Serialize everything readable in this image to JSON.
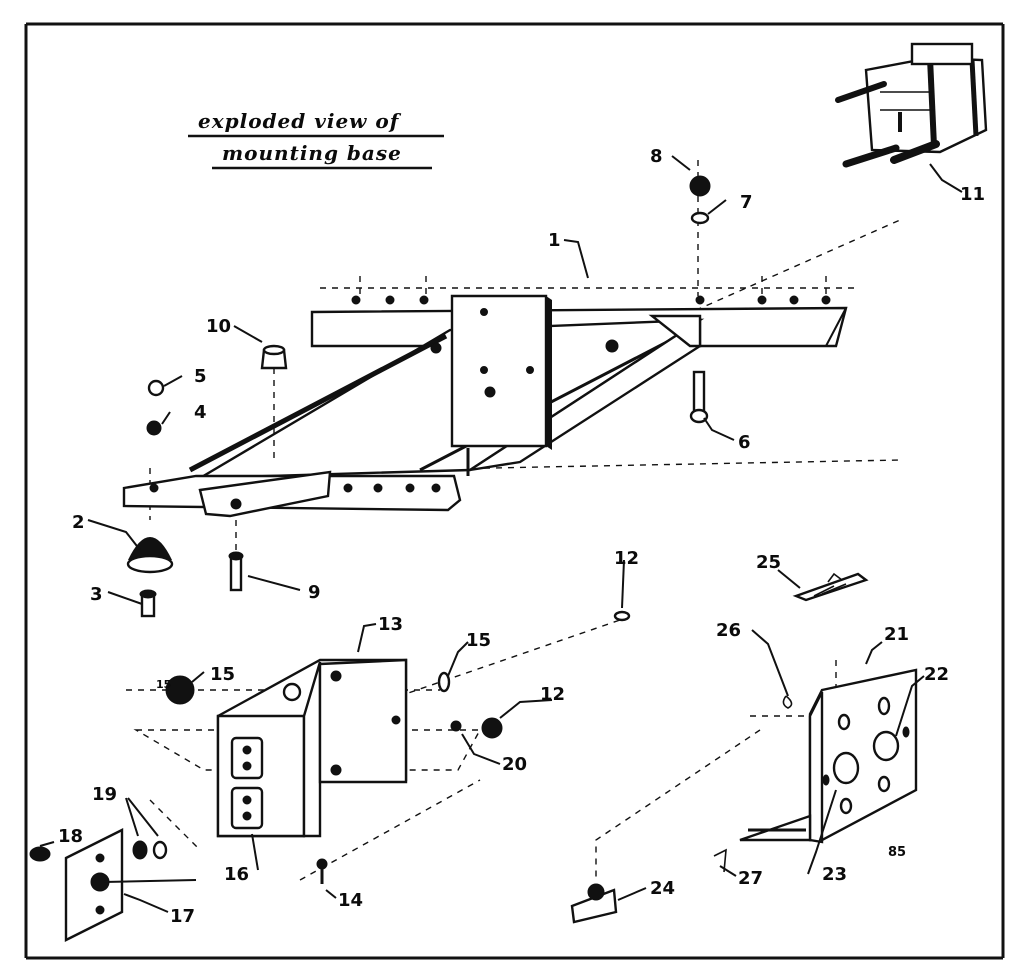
{
  "title": {
    "line1": "exploded view of",
    "line2": "mounting base"
  },
  "labels": {
    "p1": "1",
    "p2": "2",
    "p3": "3",
    "p4": "4",
    "p5": "5",
    "p6": "6",
    "p7": "7",
    "p8": "8",
    "p9": "9",
    "p10": "10",
    "p11": "11",
    "p12a": "12",
    "p12b": "12",
    "p13": "13",
    "p14": "14",
    "p15a": "15",
    "p15b": "15",
    "p16": "16",
    "p17": "17",
    "p18": "18",
    "p19": "19",
    "p20": "20",
    "p21": "21",
    "p22": "22",
    "p23": "23",
    "p24": "24",
    "p25": "25",
    "p26": "26",
    "p27": "27",
    "code": "85"
  },
  "colors": {
    "ink": "#111111",
    "paper": "#ffffff"
  }
}
